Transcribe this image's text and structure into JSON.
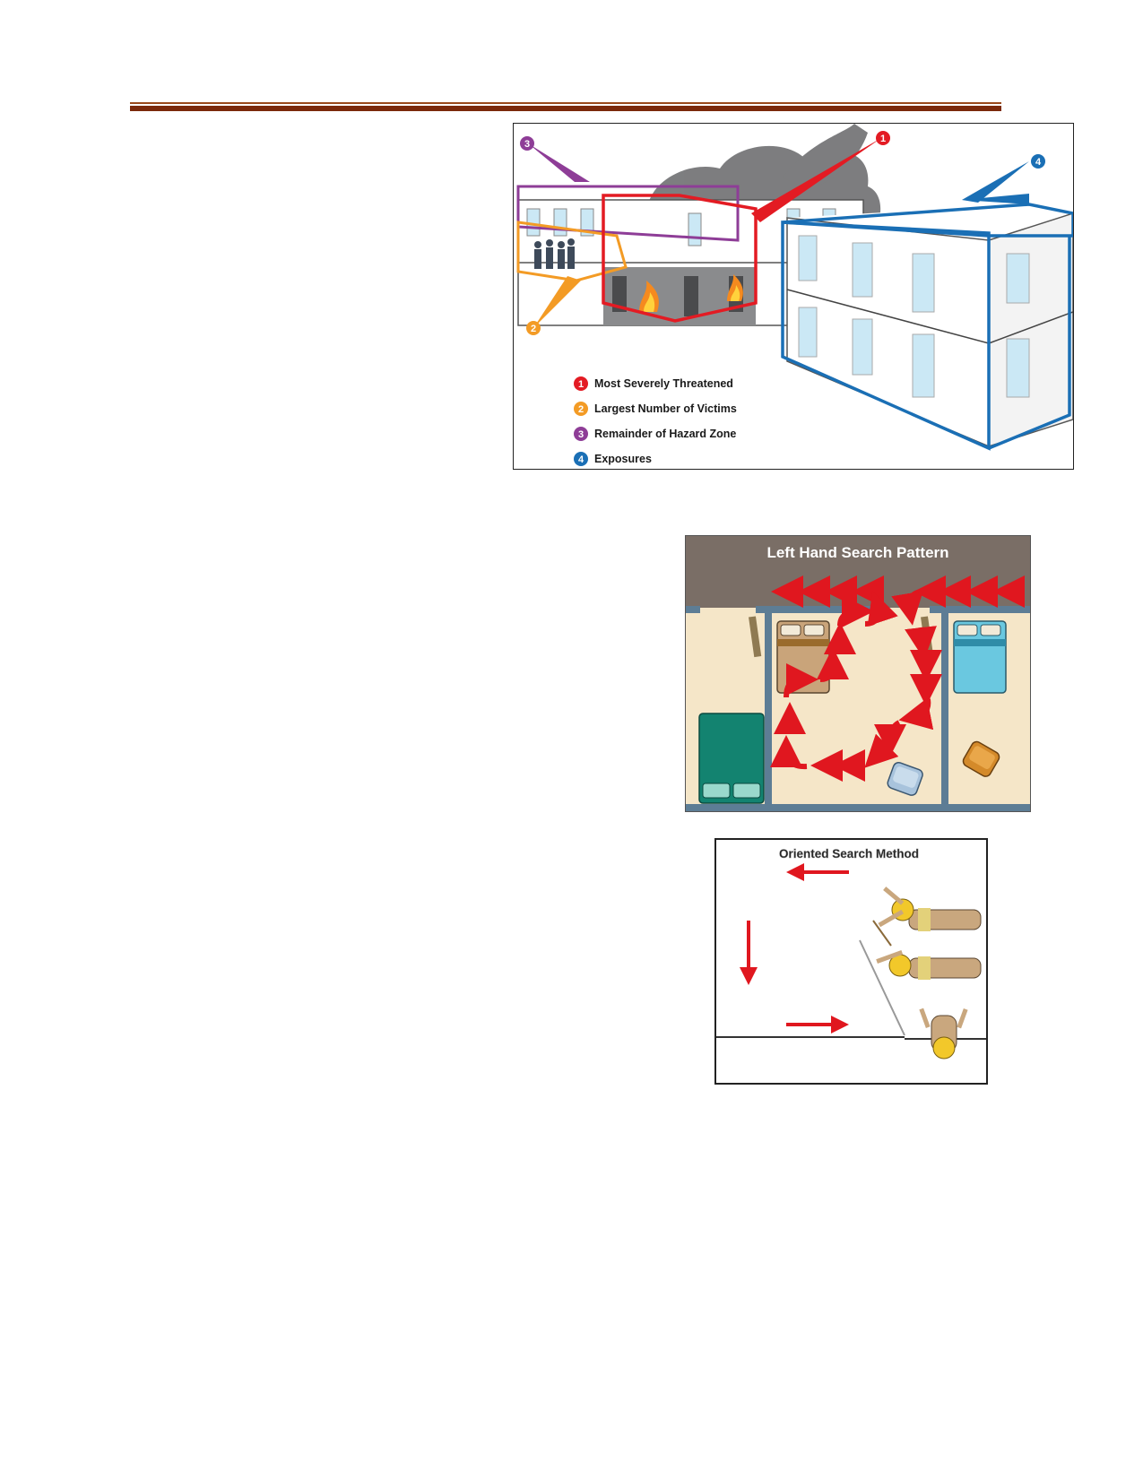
{
  "page": {
    "rule_color": "#7b2a0c"
  },
  "figures": {
    "search_priorities": {
      "callout_numbers": [
        "1",
        "2",
        "3",
        "4"
      ],
      "legend": [
        {
          "number": "1",
          "label": "Most Severely Threatened",
          "color": "#e31b23"
        },
        {
          "number": "2",
          "label": "Largest Number of Victims",
          "color": "#f39b25"
        },
        {
          "number": "3",
          "label": "Remainder of Hazard Zone",
          "color": "#8e3d97"
        },
        {
          "number": "4",
          "label": "Exposures",
          "color": "#1a6fb5"
        }
      ]
    },
    "left_hand_search": {
      "title": "Left Hand Search Pattern",
      "arrow_color": "#e0171f"
    },
    "oriented_search": {
      "title": "Oriented Search Method",
      "arrow_color": "#e0171f"
    }
  }
}
